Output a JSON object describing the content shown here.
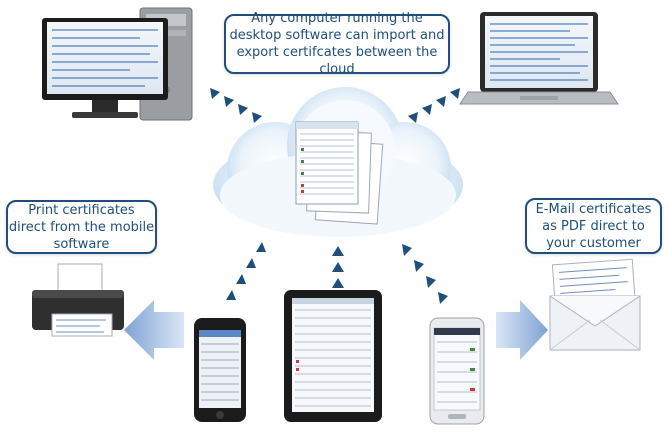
{
  "callouts": {
    "cloud_sync": "Any computer running the desktop software can import and export certifcates between the cloud",
    "print": "Print certificates direct from the mobile software",
    "email": "E-Mail certificates as PDF direct to your customer"
  },
  "colors": {
    "callout_border": "#1f4f7a",
    "callout_text": "#1f4f7a",
    "arrow": "#1f4f7a",
    "big_arrow": "#a9c0e2"
  },
  "icons": [
    "desktop-computer-icon",
    "laptop-icon",
    "cloud-icon",
    "certificate-documents-icon",
    "printer-icon",
    "iphone-icon",
    "ipad-icon",
    "android-phone-icon",
    "envelope-icon"
  ]
}
